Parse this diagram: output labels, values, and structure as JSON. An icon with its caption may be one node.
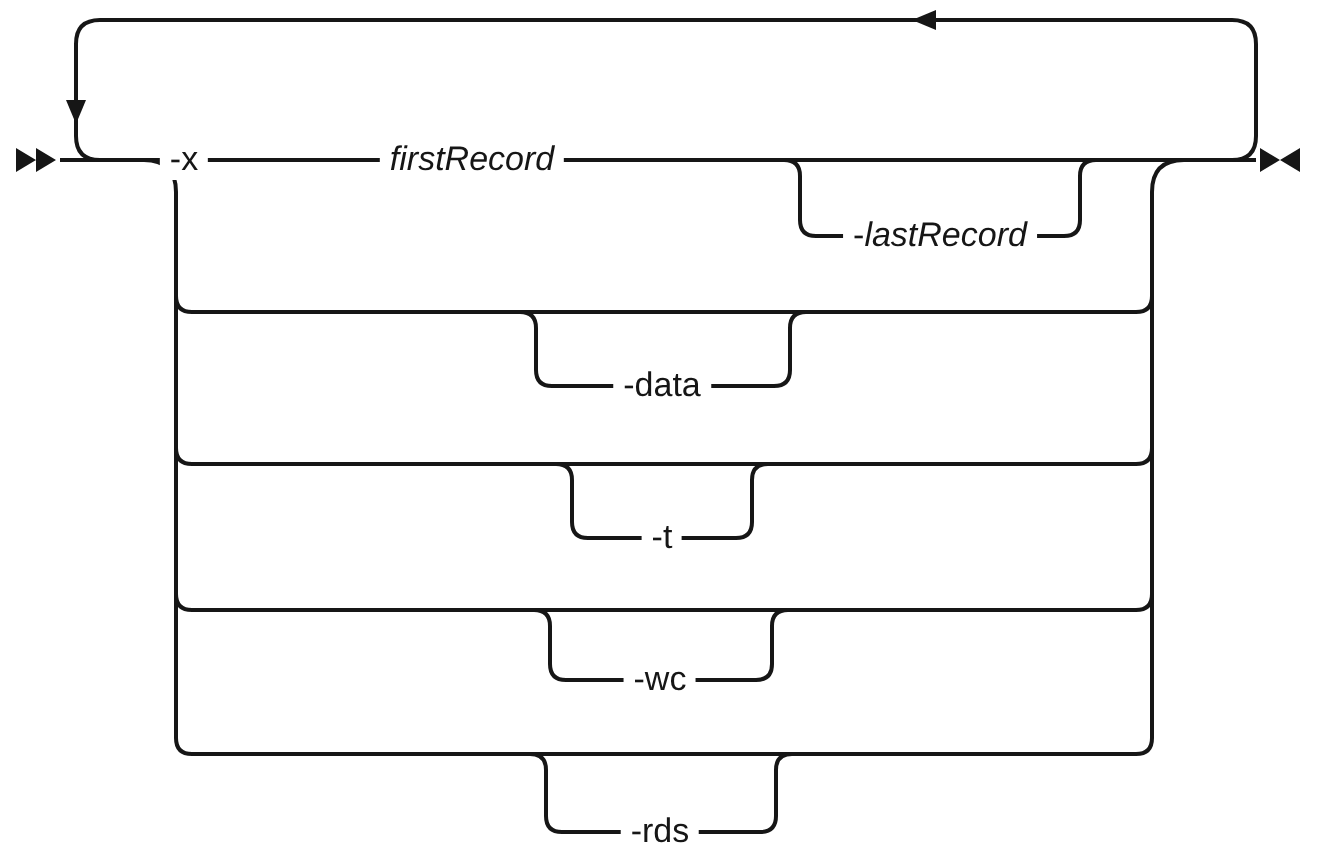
{
  "diagram": {
    "nodes": [
      {
        "text": [
          "-x"
        ]
      },
      {
        "text": [
          "firstRecord"
        ]
      },
      {
        "text": [
          "-*lastRecord*"
        ]
      },
      {
        "text": [
          "-data"
        ]
      },
      {
        "text": [
          "-t"
        ]
      },
      {
        "text": [
          "-wc"
        ]
      },
      {
        "text": [
          "-rds"
        ]
      }
    ],
    "edges": [
      {
        "from": 0,
        "to": 1,
        "arrow": "none"
      }
    ]
  }
}
